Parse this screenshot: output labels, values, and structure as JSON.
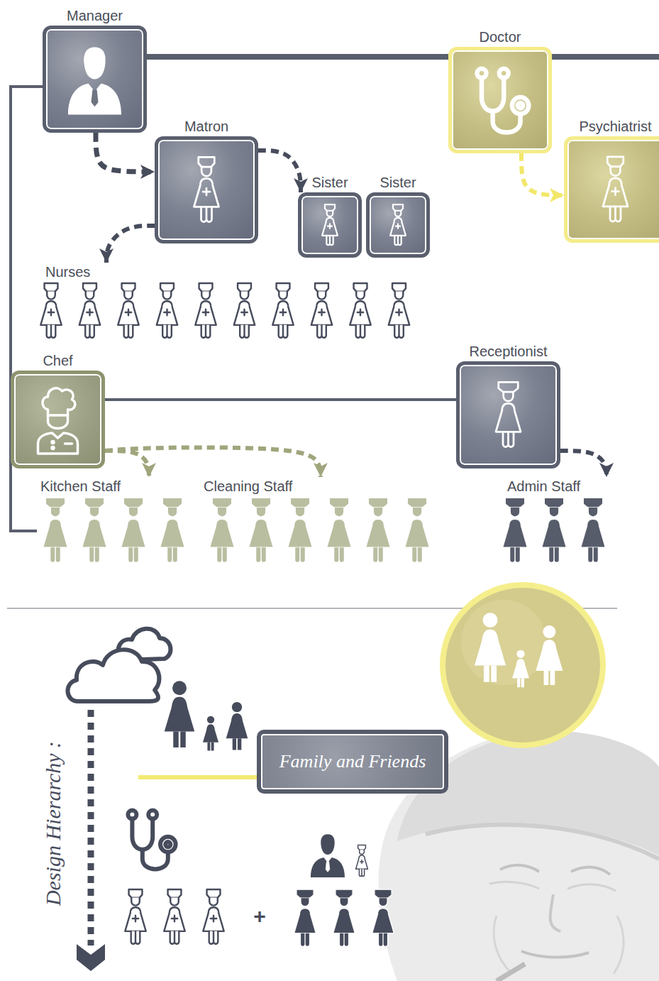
{
  "diagram": {
    "nodes": [
      {
        "text": [
          "Manager"
        ]
      },
      {
        "text": [
          "Doctor"
        ]
      },
      {
        "text": [
          "Matron"
        ]
      },
      {
        "text": [
          "Sister"
        ]
      },
      {
        "text": [
          "Sister"
        ]
      },
      {
        "text": [
          "Psychiatrist"
        ]
      },
      {
        "text": [
          "Nurses"
        ]
      },
      {
        "text": [
          "Chef"
        ]
      },
      {
        "text": [
          "Receptionist"
        ]
      },
      {
        "text": [
          "Kitchen Staff"
        ]
      },
      {
        "text": [
          "Cleaning Staff"
        ]
      },
      {
        "text": [
          "Admin Staff"
        ]
      },
      {
        "text": [
          "Family and Friends"
        ]
      }
    ],
    "edges": [
      {
        "from": 0,
        "to": 1,
        "arrow": "none"
      },
      {
        "from": 0,
        "to": 2,
        "arrow": "to"
      },
      {
        "from": 2,
        "to": 3,
        "arrow": "to"
      },
      {
        "from": 2,
        "to": 6,
        "arrow": "to"
      },
      {
        "from": 1,
        "to": 5,
        "arrow": "to"
      },
      {
        "from": 0,
        "to": 9,
        "arrow": "none"
      },
      {
        "from": 7,
        "to": 8,
        "arrow": "none"
      },
      {
        "from": 7,
        "to": 9,
        "arrow": "to"
      },
      {
        "from": 7,
        "to": 10,
        "arrow": "to"
      },
      {
        "from": 8,
        "to": 11,
        "arrow": "to"
      }
    ],
    "labels": [
      "Design Hierarchy :",
      "+"
    ]
  }
}
